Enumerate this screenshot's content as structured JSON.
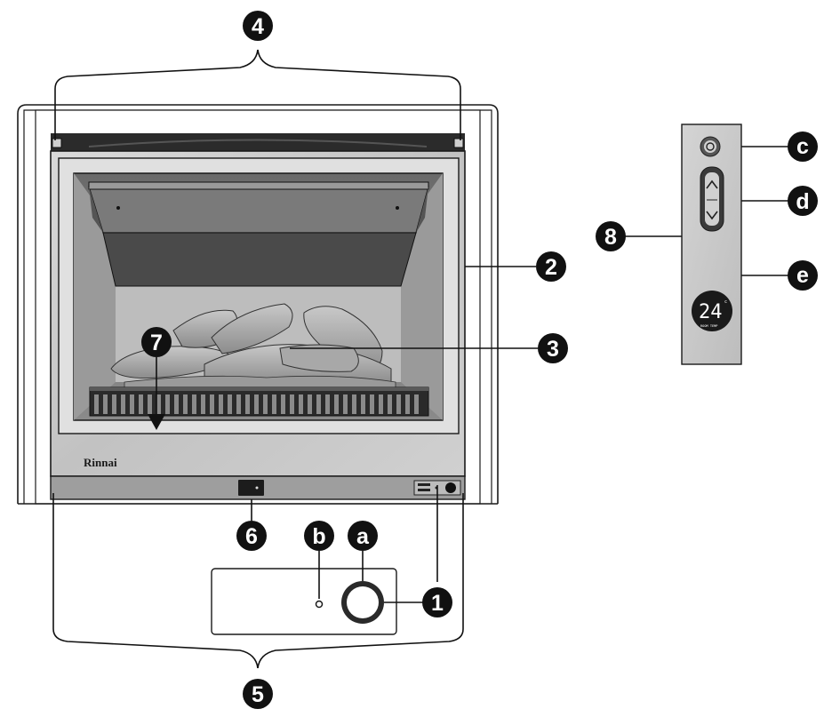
{
  "brand": "Rinnai",
  "remote": {
    "display_value": "24",
    "display_unit": "c",
    "display_caption": "ROOM TEMP"
  },
  "callouts": {
    "c1": "1",
    "c2": "2",
    "c3": "3",
    "c4": "4",
    "c5": "5",
    "c6": "6",
    "c7": "7",
    "c8": "8",
    "a": "a",
    "b": "b",
    "c": "c",
    "d": "d",
    "e": "e"
  }
}
